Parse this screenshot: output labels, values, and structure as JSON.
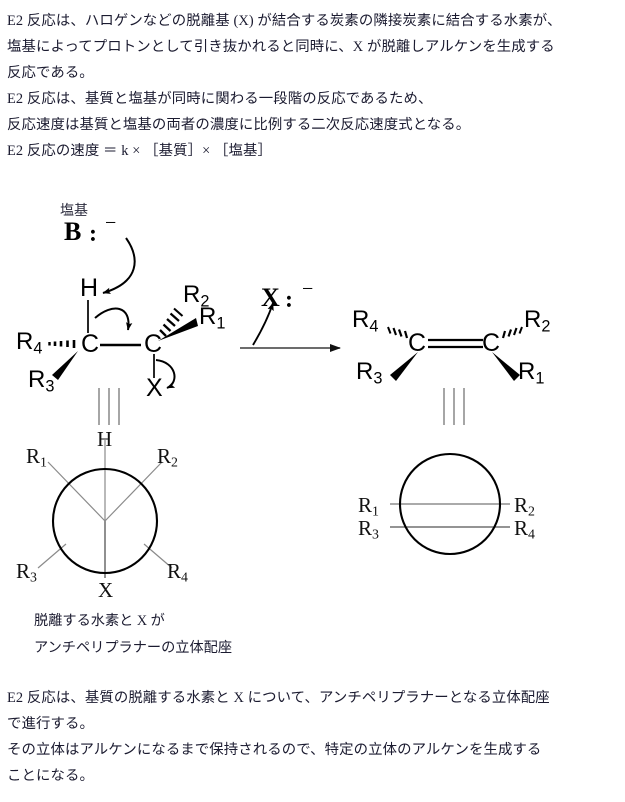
{
  "document": {
    "language": "ja",
    "topic": "E2 reaction mechanism"
  },
  "intro": {
    "lines": [
      "E2 反応は、ハロゲンなどの脱離基 (X) が結合する炭素の隣接炭素に結合する水素が、",
      "塩基によってプロトンとして引き抜かれると同時に、X が脱離しアルケンを生成する",
      "反応である。",
      "E2 反応は、基質と塩基が同時に関わる一段階の反応であるため、",
      "反応速度は基質と塩基の両者の濃度に比例する二次反応速度式となる。",
      "E2 反応の速度 ＝ k × ［基質］× ［塩基］"
    ]
  },
  "scheme": {
    "base_annotation": "塩基",
    "base_symbol": "B",
    "base_lone_pair": ":",
    "base_charge": "−",
    "leaving_group_symbol": "X",
    "leaving_group_lone_pair": ":",
    "leaving_group_charge": "−",
    "reactant": {
      "carbon_left": "C",
      "carbon_right": "C",
      "hydrogen": "H",
      "halide": "X",
      "substituents": {
        "r1": "R",
        "r1_sub": "1",
        "r2": "R",
        "r2_sub": "2",
        "r3": "R",
        "r3_sub": "3",
        "r4": "R",
        "r4_sub": "4"
      }
    },
    "product": {
      "carbon_left": "C",
      "carbon_right": "C",
      "substituents": {
        "r1": "R",
        "r1_sub": "1",
        "r2": "R",
        "r2_sub": "2",
        "r3": "R",
        "r3_sub": "3",
        "r4": "R",
        "r4_sub": "4"
      }
    }
  },
  "newman_left": {
    "top": "H",
    "bottom": "X",
    "upper_left": "R",
    "upper_left_sub": "1",
    "upper_right": "R",
    "upper_right_sub": "2",
    "lower_left": "R",
    "lower_left_sub": "3",
    "lower_right": "R",
    "lower_right_sub": "4"
  },
  "newman_right": {
    "left_top": "R",
    "left_top_sub": "1",
    "right_top": "R",
    "right_top_sub": "2",
    "left_bottom": "R",
    "left_bottom_sub": "3",
    "right_bottom": "R",
    "right_bottom_sub": "4"
  },
  "caption": {
    "lines": [
      "脱離する水素と X が",
      "アンチペリプラナーの立体配座"
    ]
  },
  "outro": {
    "lines": [
      "E2 反応は、基質の脱離する水素と X について、アンチペリプラナーとなる立体配座",
      "で進行する。",
      "その立体はアルケンになるまで保持されるので、特定の立体のアルケンを生成する",
      "ことになる。"
    ]
  },
  "colors": {
    "text": "#1b1b30",
    "structure": "#000000",
    "thin_guide": "#7a7a7a"
  }
}
